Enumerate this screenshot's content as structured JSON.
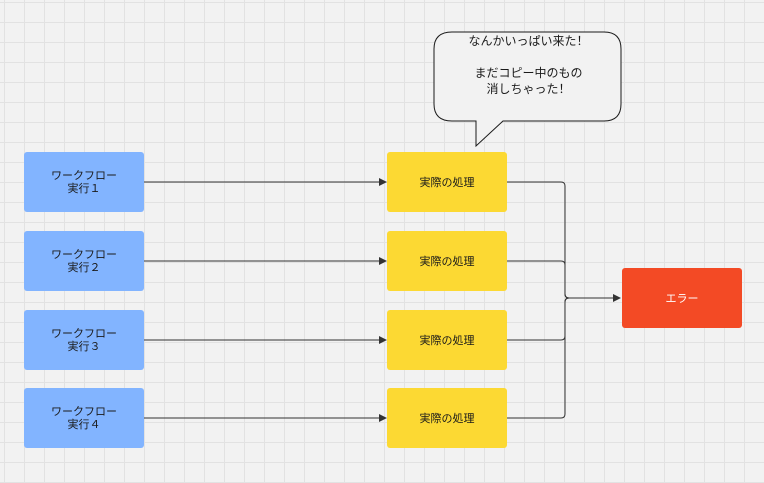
{
  "diagram": {
    "workflows": [
      {
        "line1": "ワークフロー",
        "line2": "実行１"
      },
      {
        "line1": "ワークフロー",
        "line2": "実行２"
      },
      {
        "line1": "ワークフロー",
        "line2": "実行３"
      },
      {
        "line1": "ワークフロー",
        "line2": "実行４"
      }
    ],
    "processes": [
      "実際の処理",
      "実際の処理",
      "実際の処理",
      "実際の処理"
    ],
    "error": "エラー",
    "callout": "なんかいっぱい来た！\n\nまだコピー中のもの\n消しちゃった！"
  },
  "colors": {
    "workflow_fill": "#82b4ff",
    "process_fill": "#fcd933",
    "error_fill": "#f34a25",
    "connector": "#333333"
  }
}
